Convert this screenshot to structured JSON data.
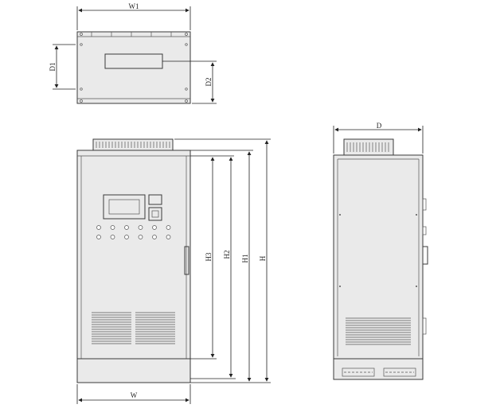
{
  "labels": {
    "w1": "W1",
    "d1": "D1",
    "d2": "D2",
    "d": "D",
    "w": "W",
    "h": "H",
    "h1": "H1",
    "h2": "H2",
    "h3": "H3"
  }
}
